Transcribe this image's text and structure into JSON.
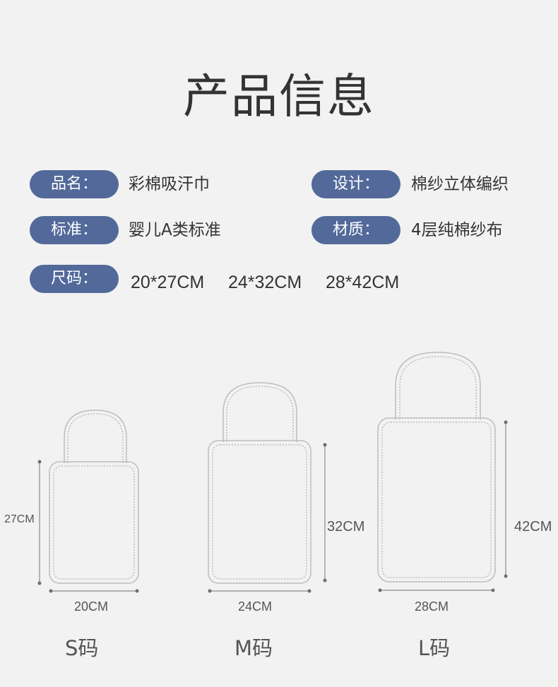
{
  "title": "产品信息",
  "info": {
    "name_tag": "品名：",
    "name_value": "彩棉吸汗巾",
    "design_tag": "设计：",
    "design_value": "棉纱立体编织",
    "standard_tag": "标准：",
    "standard_value": "婴儿A类标准",
    "material_tag": "材质：",
    "material_value": "4层纯棉纱布",
    "size_tag": "尺码：",
    "size_values": [
      "20*27CM",
      "24*32CM",
      "28*42CM"
    ]
  },
  "colors": {
    "tag_background": "#52699a",
    "background": "#f2f2f2",
    "outline": "#bdbdbd"
  },
  "sizes": [
    {
      "label": "S码",
      "width_label": "20CM",
      "height_label": "27CM",
      "width_cm": 20,
      "height_cm": 27
    },
    {
      "label": "M码",
      "width_label": "24CM",
      "height_label": "32CM",
      "width_cm": 24,
      "height_cm": 32
    },
    {
      "label": "L码",
      "width_label": "28CM",
      "height_label": "42CM",
      "width_cm": 28,
      "height_cm": 42
    }
  ]
}
